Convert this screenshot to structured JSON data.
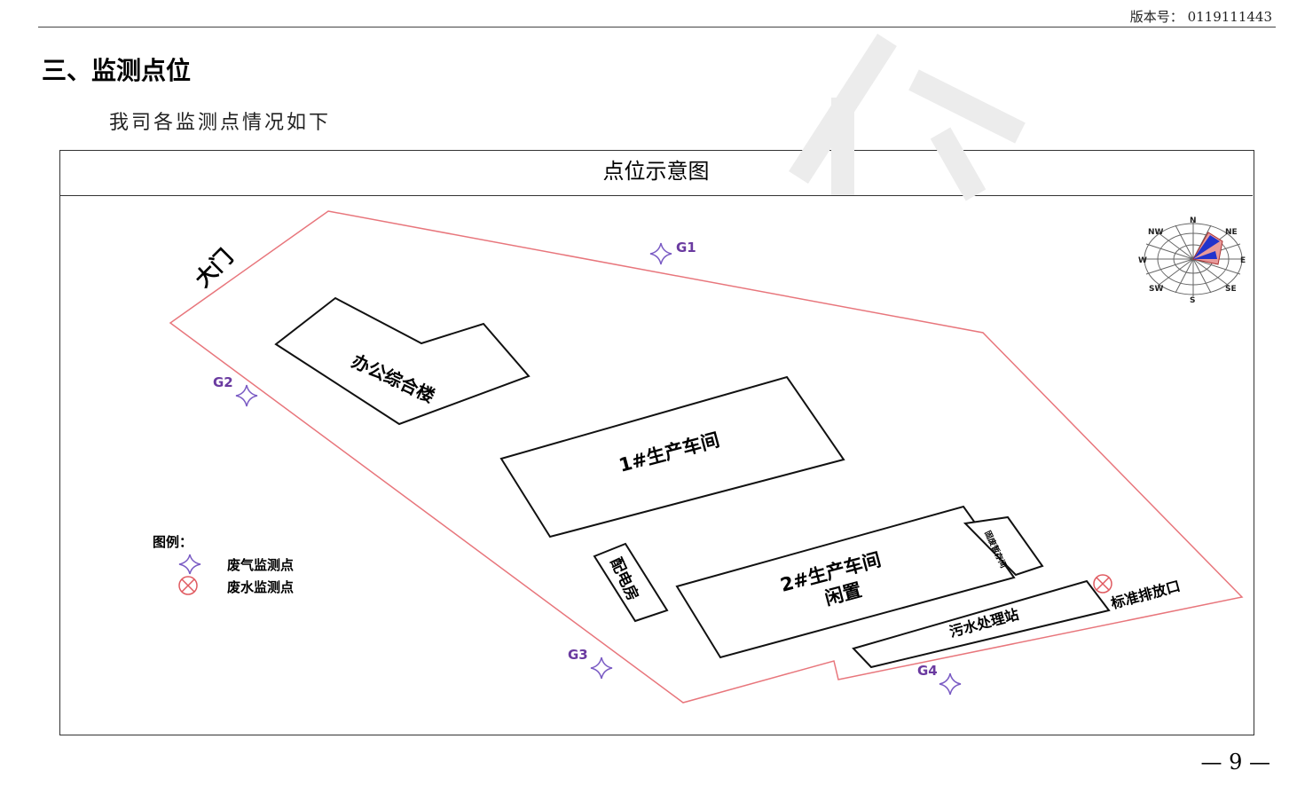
{
  "header": {
    "version": "版本号： 0119111443"
  },
  "section_title": "三、监测点位",
  "intro": "我司各监测点情况如下",
  "figure": {
    "caption": "点位示意图",
    "gate": "大门",
    "buildings": {
      "office": "办公综合楼",
      "workshop1": "1#生产车间",
      "workshop2_line1": "2#生产车间",
      "workshop2_line2": "闲置",
      "power_room": "配电房",
      "small_room": "固废暂存间",
      "sewage": "污水处理站"
    },
    "outfall": "标准排放口",
    "points": [
      "G1",
      "G2",
      "G3",
      "G4"
    ],
    "legend": {
      "title": "图例：",
      "gas": "废气监测点",
      "water": "废水监测点"
    },
    "compass": {
      "n": "N",
      "ne": "NE",
      "e": "E",
      "se": "SE",
      "s": "S",
      "sw": "SW",
      "w": "W",
      "nw": "NW"
    },
    "colors": {
      "boundary": "#e8767c",
      "gas_point": "#7a5bc4",
      "water_point": "#e05a60",
      "label": "#6a3aa0"
    }
  },
  "footer": {
    "page": "— 9 —"
  }
}
